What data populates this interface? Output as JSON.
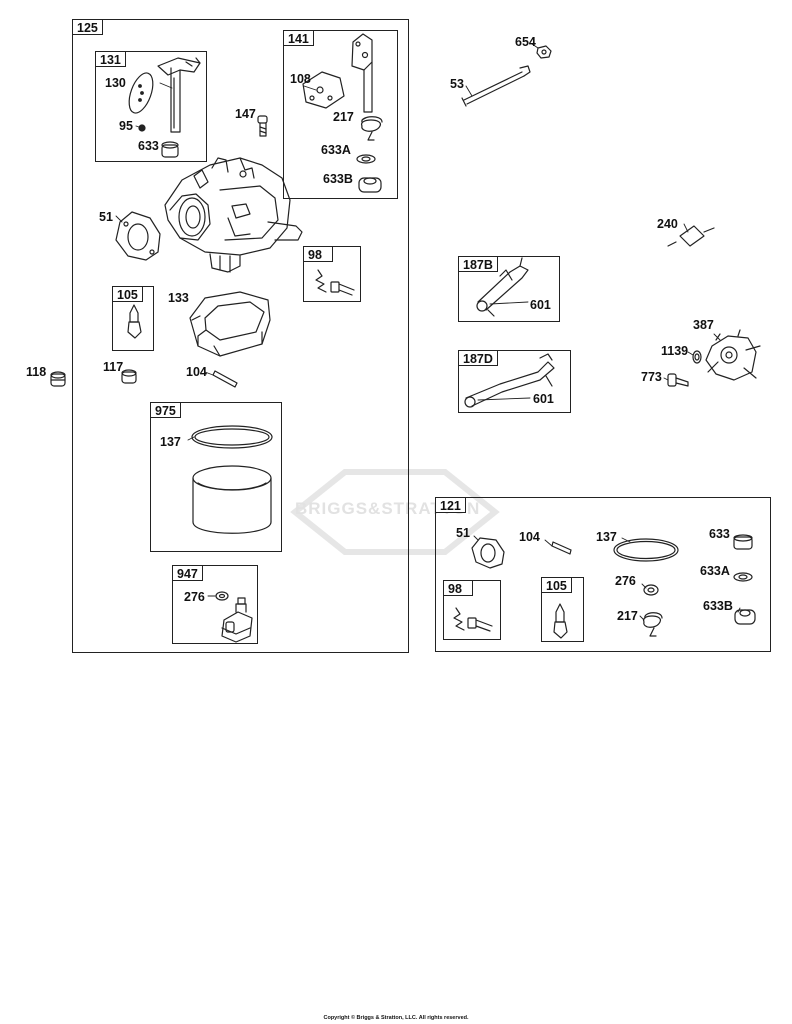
{
  "watermark": "BRIGGS&STRATTON",
  "copyright": "Copyright © Briggs & Stratton, LLC. All rights reserved.",
  "groups": {
    "g125": "125",
    "g131": "131",
    "g141": "141",
    "g98a": "98",
    "g105a": "105",
    "g975": "975",
    "g947": "947",
    "g187b": "187B",
    "g187d": "187D",
    "g121": "121",
    "g98b": "98",
    "g105b": "105"
  },
  "parts": {
    "p130": "130",
    "p95": "95",
    "p633a": "633",
    "p147": "147",
    "p108": "108",
    "p217a": "217",
    "p633A_a": "633A",
    "p633B_a": "633B",
    "p51a": "51",
    "p133": "133",
    "p117": "117",
    "p104a": "104",
    "p118": "118",
    "p137a": "137",
    "p276a": "276",
    "p654": "654",
    "p53": "53",
    "p240": "240",
    "p601a": "601",
    "p601b": "601",
    "p387": "387",
    "p1139": "1139",
    "p773": "773",
    "p51b": "51",
    "p104b": "104",
    "p137b": "137",
    "p633b": "633",
    "p633A_b": "633A",
    "p276b": "276",
    "p217b": "217",
    "p633B_b": "633B"
  }
}
